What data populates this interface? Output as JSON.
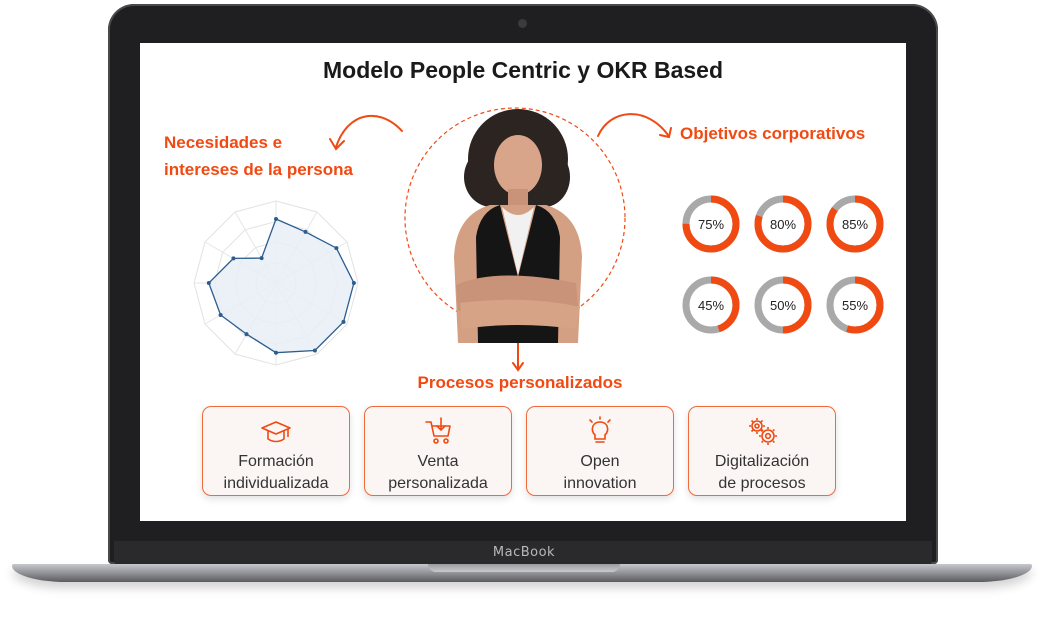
{
  "slide": {
    "title": "Modelo People Centric y OKR Based",
    "needs_line1": "Necesidades e",
    "needs_line2": "intereses de la persona",
    "objectives": "Objetivos corporativos",
    "processes": "Procesos personalizados"
  },
  "objectives_donuts": [
    {
      "label": "75%",
      "value": 0.75
    },
    {
      "label": "80%",
      "value": 0.8
    },
    {
      "label": "85%",
      "value": 0.85
    },
    {
      "label": "45%",
      "value": 0.45
    },
    {
      "label": "50%",
      "value": 0.5
    },
    {
      "label": "55%",
      "value": 0.55
    }
  ],
  "radar_values": [
    0.78,
    0.72,
    0.85,
    0.95,
    0.95,
    0.95,
    0.85,
    0.72,
    0.78,
    0.82,
    0.6,
    0.35
  ],
  "process_cards": [
    {
      "icon": "graduation-cap-icon",
      "line1": "Formación",
      "line2": "individualizada"
    },
    {
      "icon": "shopping-cart-icon",
      "line1": "Venta",
      "line2": "personalizada"
    },
    {
      "icon": "lightbulb-icon",
      "line1": "Open",
      "line2": "innovation"
    },
    {
      "icon": "gears-icon",
      "line1": "Digitalización",
      "line2": "de procesos"
    }
  ],
  "device": {
    "brand": "MacBook"
  },
  "colors": {
    "accent": "#f04a12",
    "donut_track": "#a9a9a9",
    "radar_fill": "#e8eef6",
    "radar_line": "#2b5d8f"
  }
}
